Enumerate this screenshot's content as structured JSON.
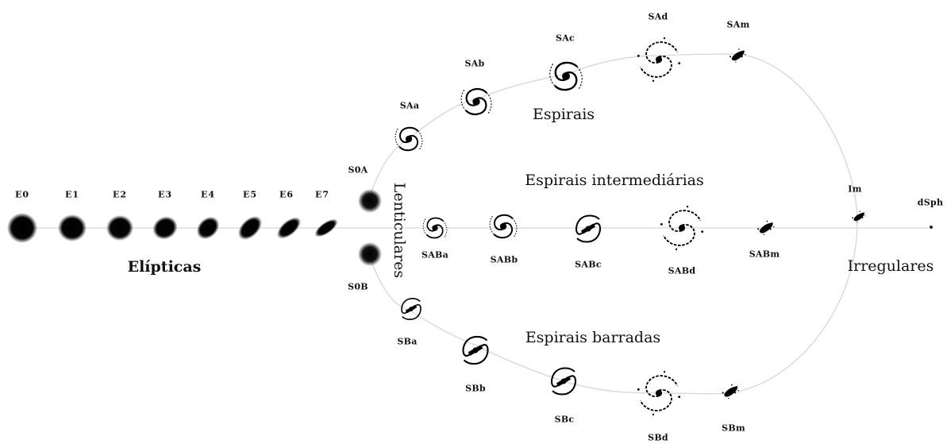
{
  "labels": {
    "elliptical": [
      "E0",
      "E1",
      "E2",
      "E3",
      "E4",
      "E5",
      "E6",
      "E7"
    ],
    "lenticular": {
      "s0a": "S0A",
      "s0b": "S0B"
    },
    "spirals": [
      "SAa",
      "SAb",
      "SAc",
      "SAd",
      "SAm"
    ],
    "intermediate": [
      "SABa",
      "SABb",
      "SABc",
      "SABd",
      "SABm"
    ],
    "barred": [
      "SBa",
      "SBb",
      "SBc",
      "SBd",
      "SBm"
    ],
    "irregular": {
      "im": "Im",
      "dsph": "dSph"
    }
  },
  "groups": {
    "elipticas": "Elípticas",
    "lenticulares": "Lenticulares",
    "espirais": "Espirais",
    "intermediarias": "Espirais intermediárias",
    "barradas": "Espirais barradas",
    "irregulares": "Irregulares"
  },
  "colors": {
    "line": "#d6d6d6",
    "galaxy": "#0a0a0a"
  }
}
